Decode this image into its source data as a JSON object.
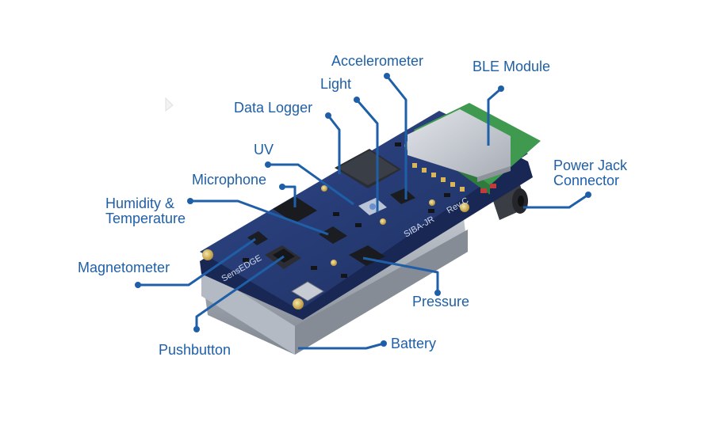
{
  "diagram": {
    "labels": {
      "accelerometer": "Accelerometer",
      "ble_module": "BLE Module",
      "light": "Light",
      "data_logger": "Data Logger",
      "uv": "UV",
      "microphone": "Microphone",
      "humidity_temperature": "Humidity &\nTemperature",
      "magnetometer": "Magnetometer",
      "pushbutton": "Pushbutton",
      "power_jack_connector": "Power Jack\nConnector",
      "pressure": "Pressure",
      "battery": "Battery"
    },
    "silkscreen": {
      "brand": "SensEDGE",
      "board_id": "SIBA-JR",
      "revision": "Rev.C"
    },
    "colors": {
      "label_text": "#1f5fa8",
      "leader_line": "#1f5fa8",
      "pcb": "#25396e",
      "ble_antenna_board": "#3f9a50",
      "ble_shield": "#c9ccd3",
      "battery_case": "#9aa1ab"
    }
  }
}
